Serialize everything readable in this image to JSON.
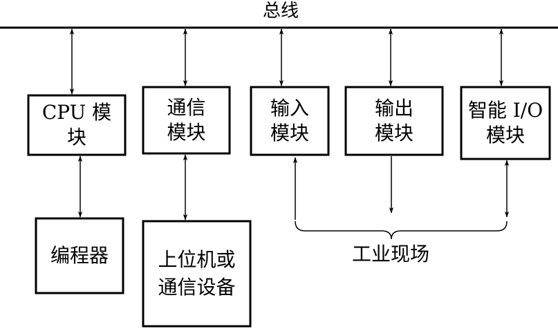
{
  "bus": {
    "label": "总线"
  },
  "modules": {
    "cpu": [
      "CPU 模",
      "块"
    ],
    "comm": [
      "通信",
      "模块"
    ],
    "input": [
      "输入",
      "模块"
    ],
    "output": [
      "输出",
      "模块"
    ],
    "smart_io": [
      "智能 I/O",
      "模块"
    ]
  },
  "devices": {
    "programmer": [
      "编程器"
    ],
    "host": [
      "上位机或",
      "通信设备"
    ]
  },
  "field": {
    "label": "工业现场"
  }
}
